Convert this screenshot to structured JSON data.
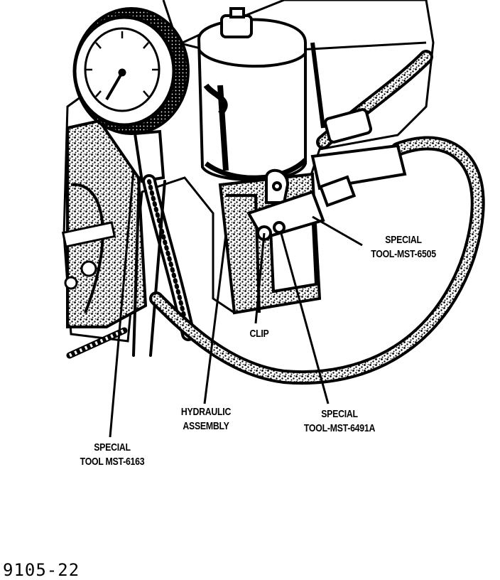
{
  "labels": {
    "tool_6505": {
      "line1": "SPECIAL",
      "line2": "TOOL-MST-6505"
    },
    "clip": "CLIP",
    "hydraulic": {
      "line1": "HYDRAULIC",
      "line2": "ASSEMBLY"
    },
    "tool_6491a": {
      "line1": "SPECIAL",
      "line2": "TOOL-MST-6491A"
    },
    "tool_6163": {
      "line1": "SPECIAL",
      "line2": "TOOL MST-6163"
    }
  },
  "figure_number": "9105-22",
  "colors": {
    "ink": "#000000",
    "paper": "#ffffff"
  }
}
